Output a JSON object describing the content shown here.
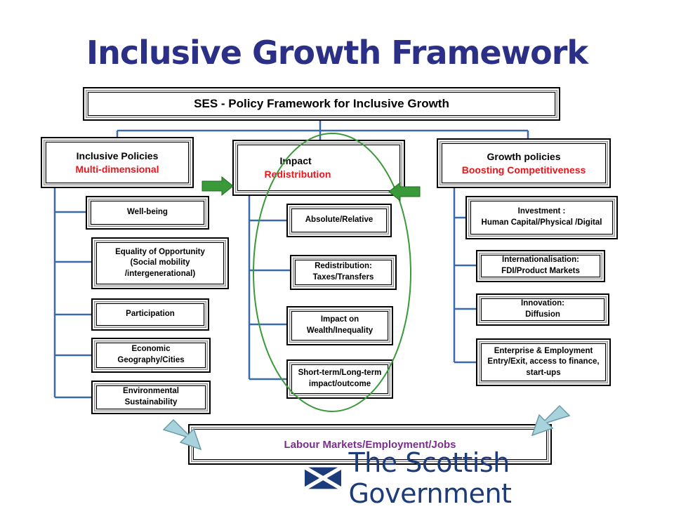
{
  "title": "Inclusive Growth Framework",
  "top_box": "SES - Policy Framework for Inclusive Growth",
  "columns": {
    "left": {
      "heading": "Inclusive Policies",
      "subheading": "Multi-dimensional",
      "items": [
        [
          "Well-being"
        ],
        [
          "Equality of Opportunity",
          "(Social mobility",
          "/intergenerational)"
        ],
        [
          "Participation"
        ],
        [
          "Economic",
          "Geography/Cities"
        ],
        [
          "Environmental",
          "Sustainability"
        ]
      ]
    },
    "middle": {
      "heading": "Impact",
      "subheading": "Redistribution",
      "items": [
        [
          "Absolute/Relative"
        ],
        [
          "Redistribution:",
          "Taxes/Transfers"
        ],
        [
          "Impact on",
          "Wealth/Inequality"
        ],
        [
          "Short-term/Long-term",
          "impact/outcome"
        ]
      ]
    },
    "right": {
      "heading": "Growth policies",
      "subheading": "Boosting Competitiveness",
      "items": [
        [
          "Investment :",
          "Human Capital/Physical  /Digital"
        ],
        [
          "Internationalisation:",
          "FDI/Product Markets"
        ],
        [
          "Innovation:",
          "Diffusion"
        ],
        [
          "Enterprise & Employment",
          "Entry/Exit, access to finance,",
          "start-ups"
        ]
      ]
    }
  },
  "bottom_box": "Labour Markets/Employment/Jobs",
  "logo_text": "The Scottish Government",
  "colors": {
    "title": "#2b2f86",
    "red_text": "#e8151b",
    "purple_text": "#7b2e8e",
    "connector": "#3a6aa8",
    "ellipse": "#3a9a3a",
    "green_arrow": "#3a9a3a",
    "blue_arrow": "#a9d3dc",
    "saltire": "#1b3b7a"
  }
}
